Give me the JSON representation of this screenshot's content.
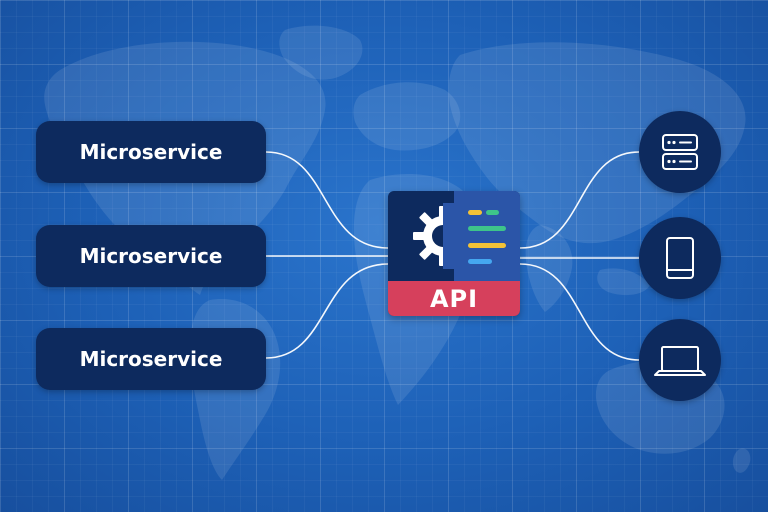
{
  "microservices": [
    {
      "label": "Microservice"
    },
    {
      "label": "Microservice"
    },
    {
      "label": "Microservice"
    }
  ],
  "api": {
    "label": "API",
    "icon": "gear-icon",
    "code_bar_colors": [
      "#f3c237",
      "#3ec48a",
      "#3ec48a",
      "#f3c237",
      "#45a7f0"
    ]
  },
  "devices": [
    {
      "icon": "server-icon"
    },
    {
      "icon": "tablet-icon"
    },
    {
      "icon": "laptop-icon"
    }
  ],
  "colors": {
    "background": "#1e63b9",
    "node": "#0d2a5e",
    "api_accent": "#d6405c",
    "connector": "#ffffff"
  }
}
